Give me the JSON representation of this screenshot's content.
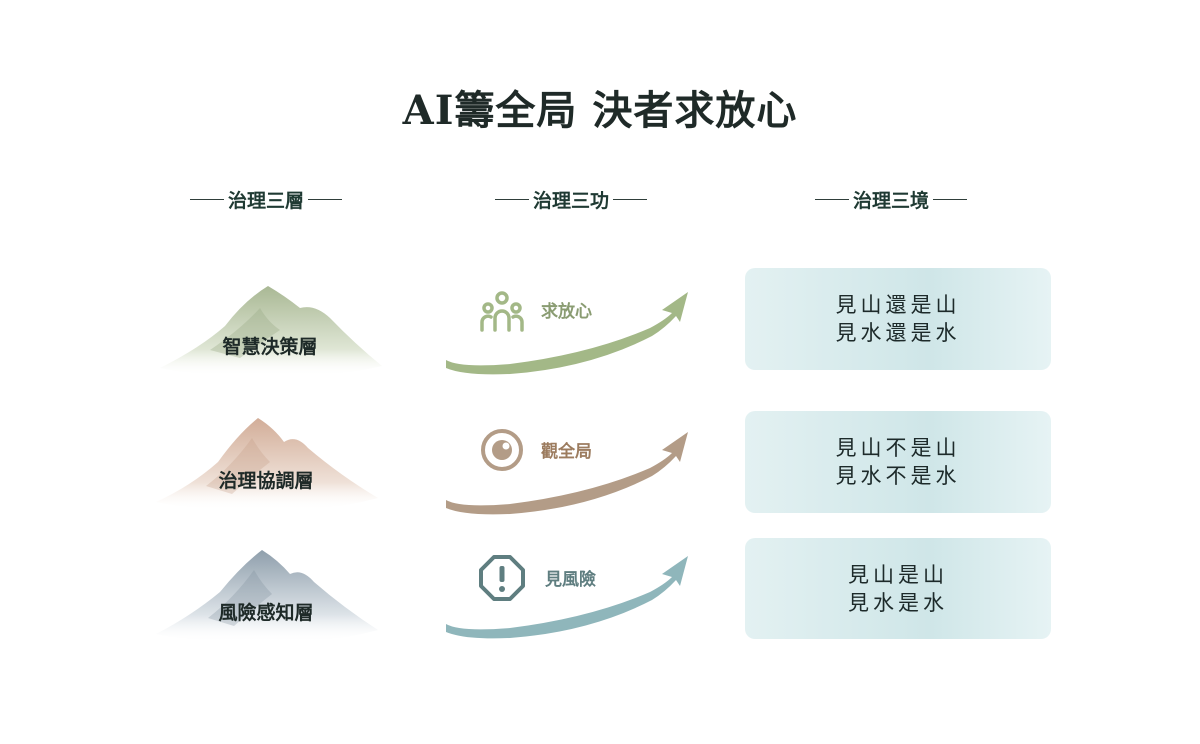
{
  "title": "AI籌全局 決者求放心",
  "headers": {
    "layers": "治理三層",
    "functions": "治理三功",
    "realms": "治理三境"
  },
  "rows": [
    {
      "layer": "智慧決策層",
      "function": "求放心",
      "icon": "people-icon",
      "color": "#a3b887",
      "realm": [
        "見山還是山",
        "見水還是水"
      ]
    },
    {
      "layer": "治理協調層",
      "function": "觀全局",
      "icon": "eye-icon",
      "color": "#b39c87",
      "realm": [
        "見山不是山",
        "見水不是水"
      ]
    },
    {
      "layer": "風險感知層",
      "function": "見風險",
      "icon": "warning-icon",
      "color": "#8fb6bb",
      "realm": [
        "見山是山",
        "見水是水"
      ]
    }
  ],
  "colors": {
    "mountain_green": "#b7c3a4",
    "mountain_pink": "#d8b9a6",
    "mountain_blue": "#a9b6c0",
    "function_green": "#8a9c72",
    "function_brown": "#9c7c5f",
    "function_teal": "#5f7e80",
    "box_gradient": "#cfe6e8"
  }
}
